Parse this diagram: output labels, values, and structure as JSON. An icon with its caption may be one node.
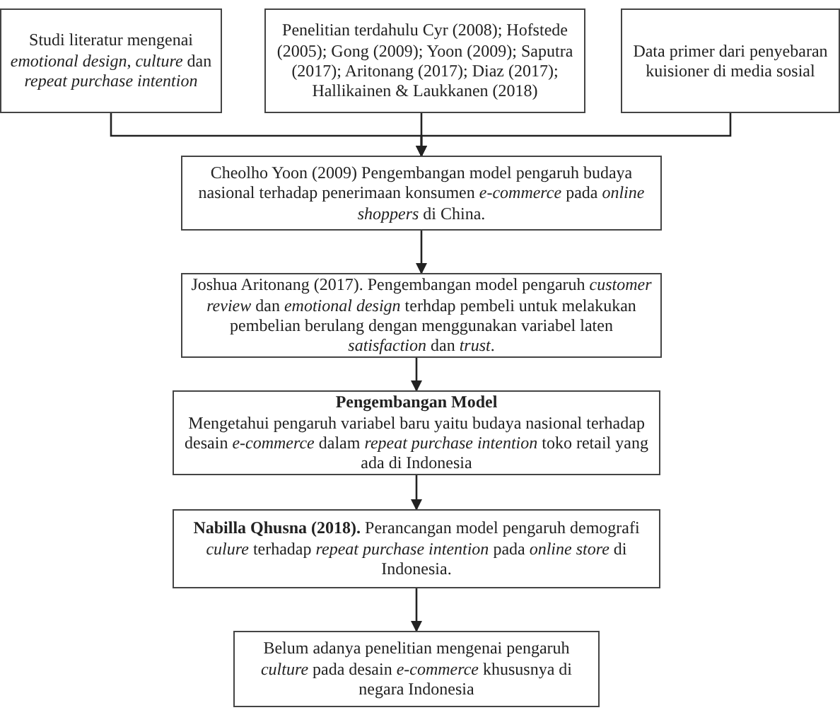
{
  "diagram": {
    "nodes": [
      {
        "text": [
          "Studi literatur mengenai *emotional design*, *culture* dan *repeat purchase intention*"
        ]
      },
      {
        "text": [
          "Penelitian terdahulu Cyr (2008); Hofstede (2005);  Gong (2009); Yoon (2009); Saputra (2017); Aritonang (2017); Diaz (2017); Hallikainen & Laukkanen (2018)"
        ]
      },
      {
        "text": [
          "Data primer dari penyebaran kuisioner di media sosial"
        ]
      },
      {
        "text": [
          "Cheolho Yoon (2009) Pengembangan model pengaruh budaya nasional terhadap penerimaan konsumen *e-commerce* pada *online shoppers* di China."
        ]
      },
      {
        "text": [
          "Joshua Aritonang (2017). Pengembangan model pengaruh *customer review* dan *emotional design* terhdap pembeli untuk melakukan pembelian berulang dengan menggunakan variabel laten *satisfaction* dan *trust*."
        ]
      },
      {
        "text": [
          "Pengembangan Model",
          "Mengetahui pengaruh variabel baru yaitu budaya nasional terhadap desain *e-commerce* dalam *repeat purchase intention* toko retail yang ada di Indonesia"
        ]
      },
      {
        "text": [
          "**Nabilla Qhusna (2018).** Perancangan model pengaruh demografi *culure* terhadap *repeat purchase intention* pada *online store* di Indonesia."
        ]
      },
      {
        "text": [
          "Belum adanya penelitian mengenai pengaruh *culture* pada desain *e-commerce* khususnya di negara Indonesia"
        ]
      }
    ],
    "edges": [
      {
        "from": 0,
        "to": 3,
        "arrow": "to"
      },
      {
        "from": 1,
        "to": 3,
        "arrow": "to"
      },
      {
        "from": 2,
        "to": 3,
        "arrow": "to"
      },
      {
        "from": 3,
        "to": 4,
        "arrow": "to"
      },
      {
        "from": 4,
        "to": 5,
        "arrow": "to"
      },
      {
        "from": 5,
        "to": 6,
        "arrow": "to"
      },
      {
        "from": 6,
        "to": 7,
        "arrow": "to"
      }
    ]
  }
}
